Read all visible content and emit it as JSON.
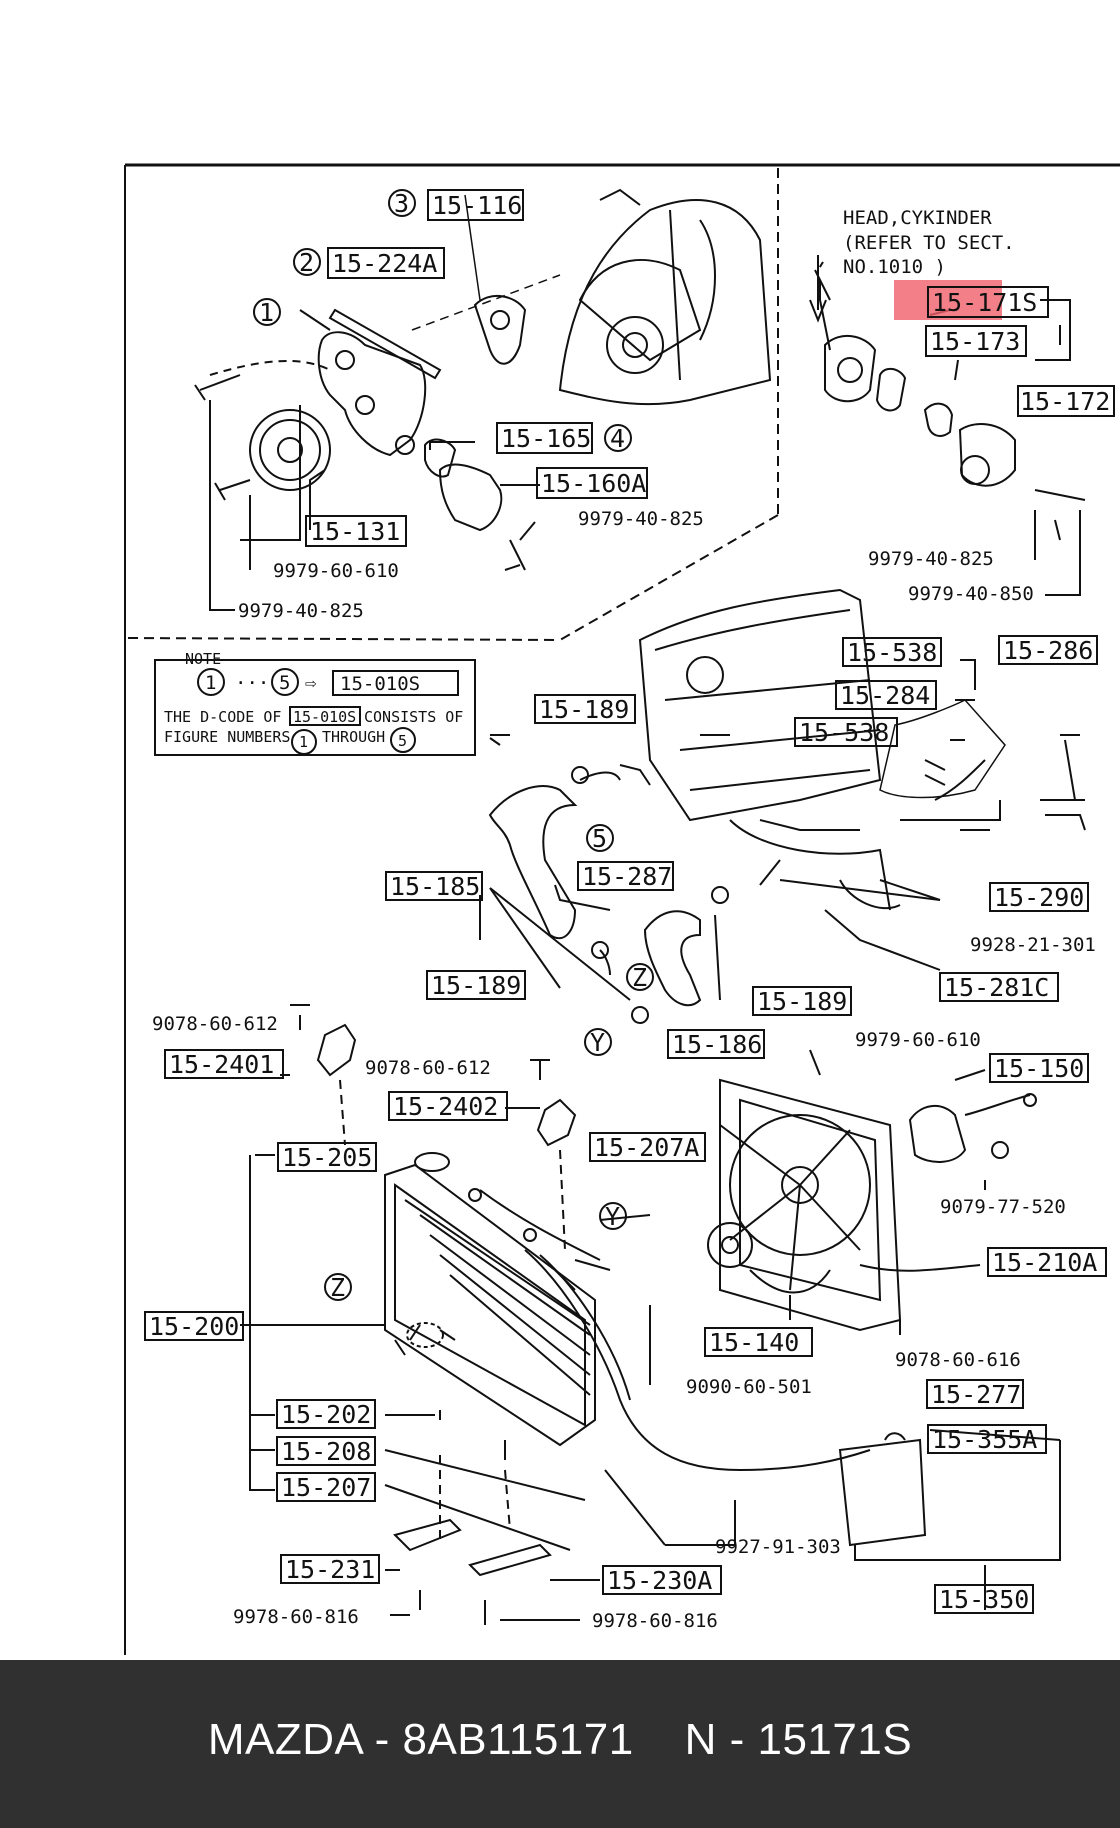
{
  "diagram": {
    "top_callouts": [
      "15-116",
      "15-224A",
      "15-165",
      "15-160A",
      "15-131"
    ],
    "top_numbers": [
      "3",
      "2",
      "1",
      "4"
    ],
    "top_part_numbers": [
      "9979-40-825",
      "9979-60-610",
      "9979-40-825"
    ],
    "head_note": [
      "HEAD,CYKINDER",
      "(REFER TO SECT.",
      "NO.1010 )"
    ],
    "thermo_callouts": [
      "15-171S",
      "15-173",
      "15-172"
    ],
    "thermo_part_numbers": [
      "9979-40-825",
      "9979-40-850"
    ],
    "note": {
      "title": "NOTE",
      "first_number": "1",
      "dots": "···",
      "last_number": "5",
      "arrow": "⇨",
      "code": "15-010S",
      "line2_pre": "THE D-CODE OF",
      "line2_code": "15-010S",
      "line2_post": "CONSISTS OF",
      "line3_pre": "FIGURE NUMBERS",
      "line3_first": "1",
      "line3_mid": "THROUGH",
      "line3_last": "5"
    },
    "engine_callouts": [
      "15-538",
      "15-286",
      "15-284",
      "15-538",
      "15-189",
      "15-287",
      "15-185",
      "15-290",
      "15-189",
      "15-281C",
      "15-189",
      "15-186"
    ],
    "engine_misc": [
      "5",
      "Z",
      "Y"
    ],
    "engine_part_numbers": [
      "9928-21-301"
    ],
    "radiator_callouts": [
      "15-2401",
      "15-2402",
      "15-207A",
      "15-150",
      "15-205",
      "15-210A",
      "15-200",
      "15-140",
      "15-277",
      "15-202",
      "15-355A",
      "15-208",
      "15-207",
      "15-231",
      "15-230A",
      "15-350"
    ],
    "radiator_misc": [
      "Y",
      "Z"
    ],
    "radiator_part_numbers": [
      "9078-60-612",
      "9078-60-612",
      "9979-60-610",
      "9079-77-520",
      "9090-60-501",
      "9078-60-616",
      "9927-91-303",
      "9978-60-816",
      "9978-60-816"
    ],
    "highlight_color": "#f0606a"
  },
  "footer": {
    "text": "MAZDA - 8AB115171    N - 15171S",
    "background": "#303030",
    "text_color": "#ffffff"
  }
}
